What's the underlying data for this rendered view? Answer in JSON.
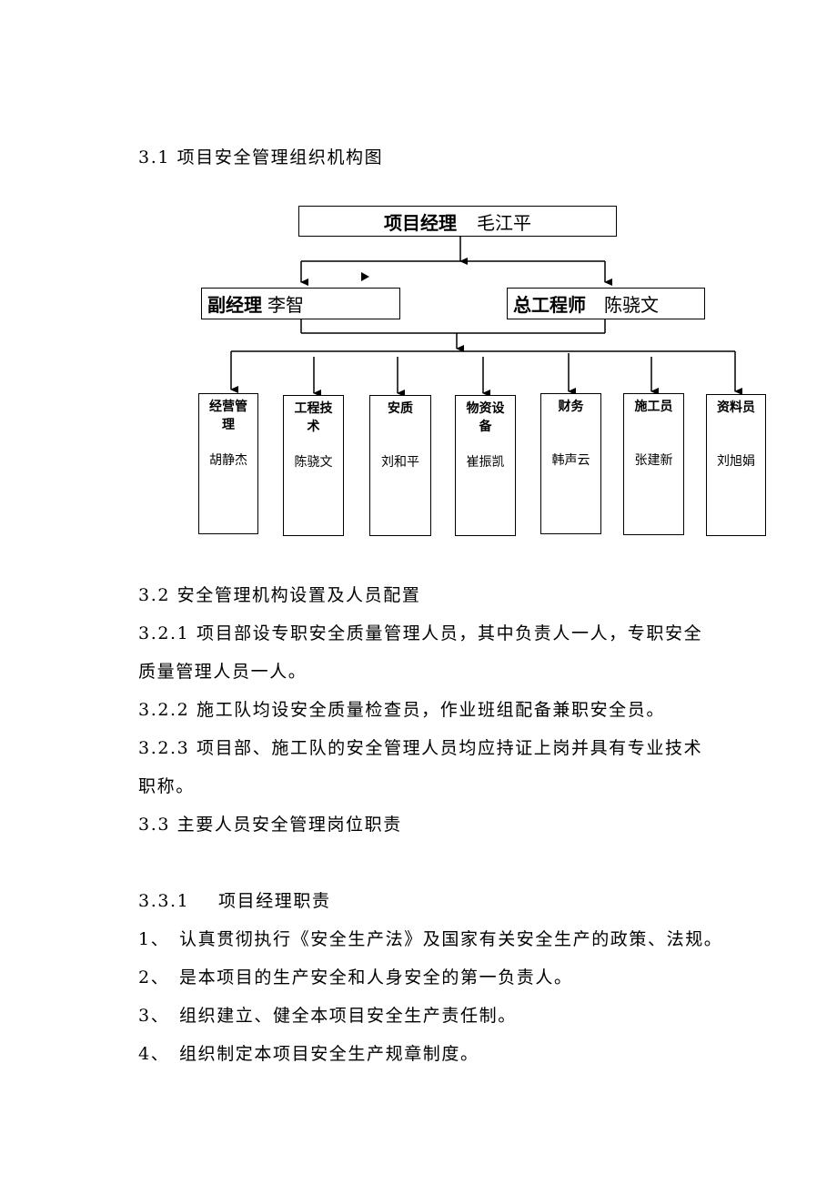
{
  "sections": {
    "s31_title": "3.1 项目安全管理组织机构图",
    "s32_title": "3.2 安全管理机构设置及人员配置",
    "s321_line1": "3.2.1 项目部设专职安全质量管理人员，其中负责人一人，专职安全",
    "s321_line2": "质量管理人员一人。",
    "s322": "3.2.2 施工队均设安全质量检查员，作业班组配备兼职安全员。",
    "s323_line1": "3.2.3 项目部、施工队的安全管理人员均应持证上岗并具有专业技术",
    "s323_line2": "职称。",
    "s33_title": "3.3 主要人员安全管理岗位职责",
    "s331_num": "3.3.1",
    "s331_title": "项目经理职责",
    "duties": [
      {
        "num": "1、",
        "text": "认真贯彻执行《安全生产法》及国家有关安全生产的政策、法规。"
      },
      {
        "num": "2、",
        "text": "是本项目的生产安全和人身安全的第一负责人。"
      },
      {
        "num": "3、",
        "text": "组织建立、健全本项目安全生产责任制。"
      },
      {
        "num": "4、",
        "text": "组织制定本项目安全生产规章制度。"
      }
    ]
  },
  "org_chart": {
    "manager": {
      "role": "项目经理",
      "name": "毛江平"
    },
    "deputy": {
      "role": "副经理",
      "name": "李智"
    },
    "chief_engineer": {
      "role": "总工程师",
      "name": "陈骁文"
    },
    "departments": [
      {
        "title": "经营管理",
        "person": "胡静杰"
      },
      {
        "title": "工程技术",
        "person": "陈骁文"
      },
      {
        "title": "安质",
        "person": "刘和平"
      },
      {
        "title": "物资设备",
        "person": "崔振凯"
      },
      {
        "title": "财务",
        "person": "韩声云"
      },
      {
        "title": "施工员",
        "person": "张建新"
      },
      {
        "title": "资料员",
        "person": "刘旭娟"
      }
    ]
  }
}
